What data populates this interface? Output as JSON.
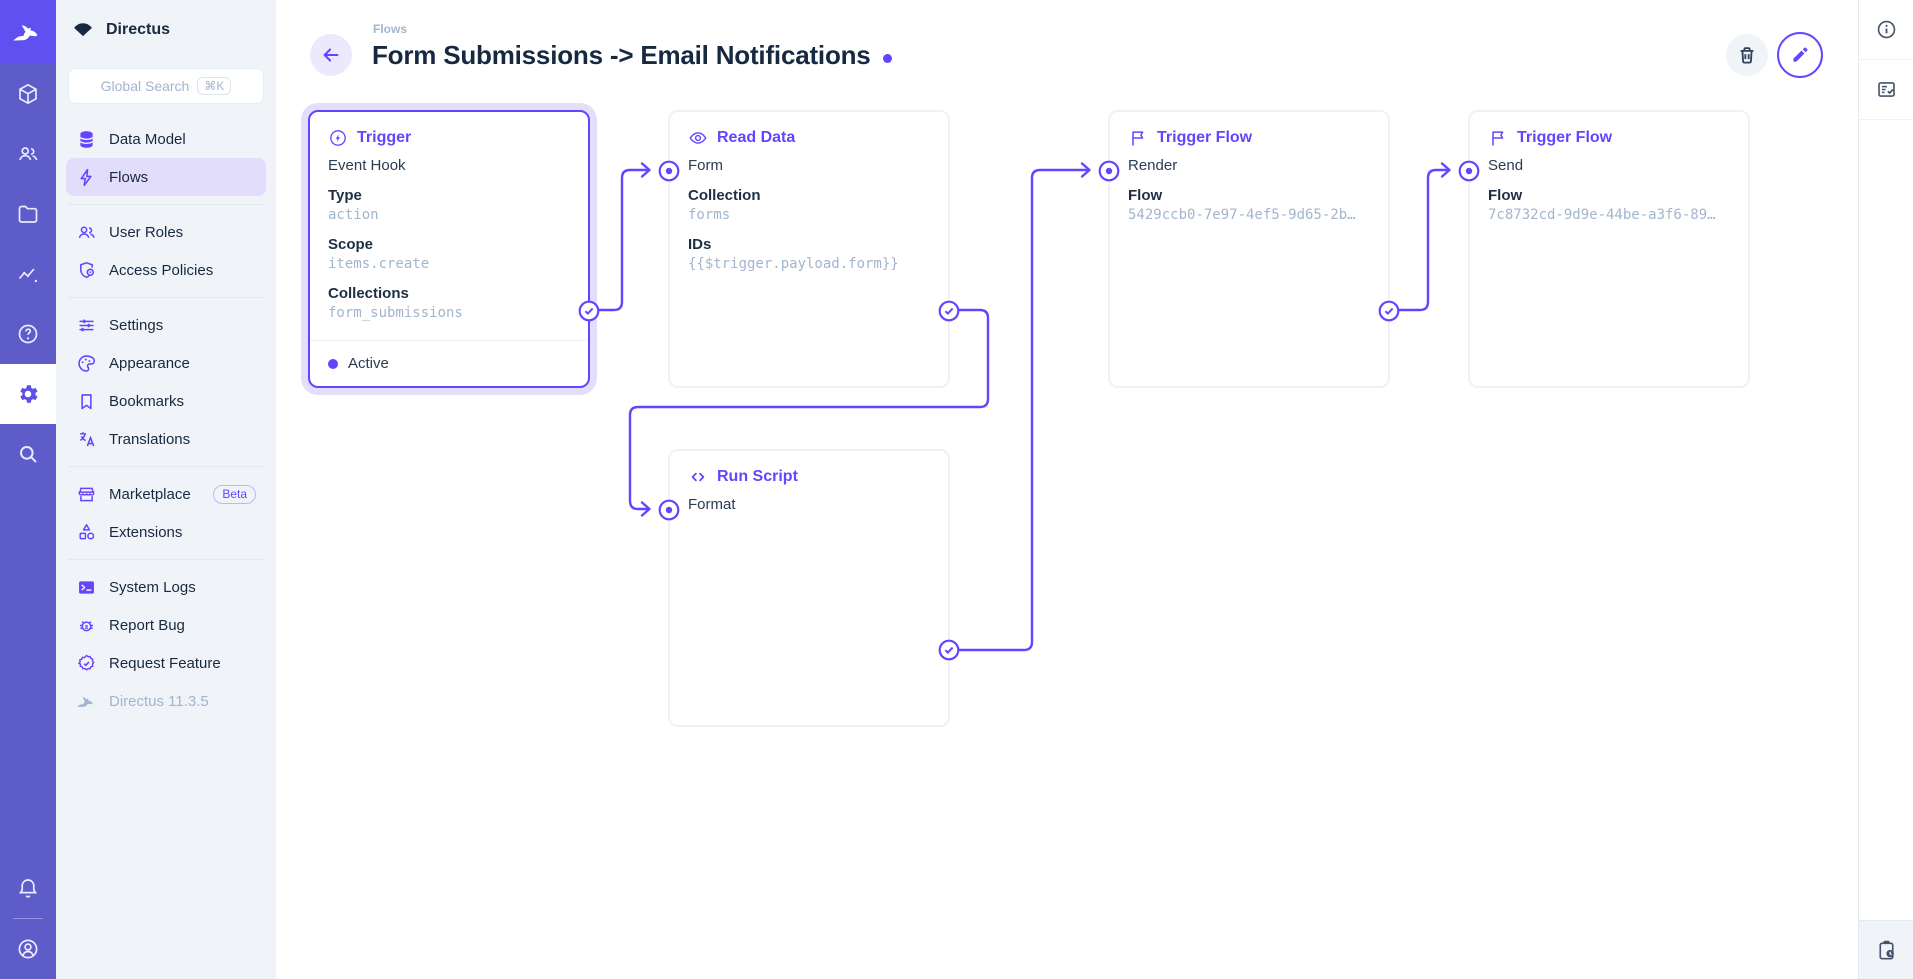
{
  "app": {
    "name": "Directus",
    "version_label": "Directus 11.3.5"
  },
  "colors": {
    "brand": "#6644FF",
    "module_bar": "#5E5CC9",
    "logo_tile": "#6150F0",
    "nav_background": "#F0F4F9",
    "active_nav": "#E2DDFB",
    "text": "#172940",
    "muted_text": "#A2B5CD",
    "selected_card_halo": "#E4DDFC"
  },
  "module_bar": {
    "modules": [
      "content-module",
      "user-directory-module",
      "files-module",
      "insights-module",
      "docs-module",
      "settings-module",
      "search-module"
    ],
    "active_module": "settings-module",
    "bottom": [
      "notifications",
      "user-menu"
    ]
  },
  "nav": {
    "search": {
      "placeholder": "Global Search",
      "shortcut": "⌘K"
    },
    "items": [
      {
        "label": "Data Model",
        "icon": "database-icon"
      },
      {
        "label": "Flows",
        "icon": "bolt-icon",
        "active": true
      },
      {
        "label": "User Roles",
        "icon": "users-icon"
      },
      {
        "label": "Access Policies",
        "icon": "shield-lock-icon"
      },
      {
        "label": "Settings",
        "icon": "tune-icon"
      },
      {
        "label": "Appearance",
        "icon": "palette-icon"
      },
      {
        "label": "Bookmarks",
        "icon": "bookmark-icon"
      },
      {
        "label": "Translations",
        "icon": "translate-icon"
      },
      {
        "label": "Marketplace",
        "icon": "storefront-icon",
        "badge": "Beta"
      },
      {
        "label": "Extensions",
        "icon": "shapes-icon"
      },
      {
        "label": "System Logs",
        "icon": "terminal-icon"
      },
      {
        "label": "Report Bug",
        "icon": "bug-icon"
      },
      {
        "label": "Request Feature",
        "icon": "verified-icon"
      },
      {
        "label": "Directus 11.3.5",
        "icon": "rabbit-icon",
        "muted": true
      }
    ]
  },
  "header": {
    "breadcrumb": "Flows",
    "title": "Form Submissions -> Email Notifications"
  },
  "flow": {
    "cards": [
      {
        "type": "Trigger",
        "icon": "bolt-circle-icon",
        "name": "Event Hook",
        "selected": true,
        "fields": [
          {
            "label": "Type",
            "value": "action"
          },
          {
            "label": "Scope",
            "value": "items.create"
          },
          {
            "label": "Collections",
            "value": "form_submissions"
          }
        ],
        "status": "Active"
      },
      {
        "type": "Read Data",
        "icon": "eye-icon",
        "name": "Form",
        "fields": [
          {
            "label": "Collection",
            "value": "forms"
          },
          {
            "label": "IDs",
            "value": "{{$trigger.payload.form}}"
          }
        ]
      },
      {
        "type": "Trigger Flow",
        "icon": "flag-icon",
        "name": "Render",
        "fields": [
          {
            "label": "Flow",
            "value": "5429ccb0-7e97-4ef5-9d65-2b…"
          }
        ]
      },
      {
        "type": "Trigger Flow",
        "icon": "flag-icon",
        "name": "Send",
        "fields": [
          {
            "label": "Flow",
            "value": "7c8732cd-9d9e-44be-a3f6-89…"
          }
        ]
      },
      {
        "type": "Run Script",
        "icon": "code-icon",
        "name": "Format",
        "fields": []
      }
    ]
  },
  "right_sidebar": {
    "icons": [
      "info-icon",
      "notices-icon",
      "flow-logs-icon"
    ]
  }
}
